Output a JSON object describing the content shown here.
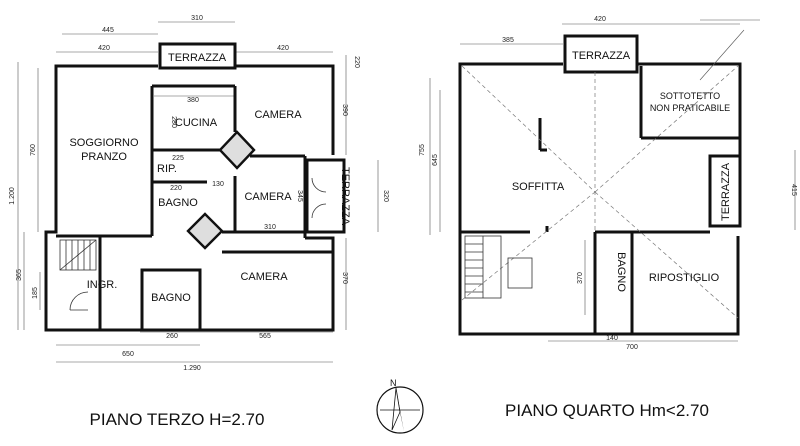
{
  "floor3": {
    "title": "PIANO TERZO H=2.70",
    "rooms": {
      "terrazza_top": "TERRAZZA",
      "soggiorno_1": "SOGGIORNO",
      "soggiorno_2": "PRANZO",
      "cucina": "CUCINA",
      "camera_1": "CAMERA",
      "camera_2": "CAMERA",
      "camera_3": "CAMERA",
      "rip": "RIP.",
      "bagno_1": "BAGNO",
      "bagno_2": "BAGNO",
      "ingr": "INGR.",
      "terrazza_right": "TERRAZZA"
    },
    "dimensions": {
      "d445": "445",
      "d310": "310",
      "d420a": "420",
      "d420b": "420",
      "d380": "380",
      "d280": "280",
      "d225": "225",
      "d220": "220",
      "d130": "130",
      "d345": "345",
      "d310b": "310",
      "d260": "260",
      "d565": "565",
      "d650": "650",
      "d1290": "1.290",
      "d1200": "1.200",
      "d760": "760",
      "d365": "365",
      "d185": "185",
      "d220r": "220",
      "d390": "390",
      "d320": "320",
      "d370": "370"
    }
  },
  "floor4": {
    "title": "PIANO QUARTO Hm<2.70",
    "rooms": {
      "terrazza_top": "TERRAZZA",
      "sottotetto_1": "SOTTOTETTO",
      "sottotetto_2": "NON PRATICABILE",
      "soffitta": "SOFFITTA",
      "terrazza_right": "TERRAZZA",
      "bagno": "BAGNO",
      "ripostiglio": "RIPOSTIGLIO"
    },
    "dimensions": {
      "d420": "420",
      "d385": "385",
      "d755": "755",
      "d645": "645",
      "d415": "415",
      "d370": "370",
      "d140": "140",
      "d700": "700"
    }
  },
  "compass": {
    "label": "N"
  }
}
